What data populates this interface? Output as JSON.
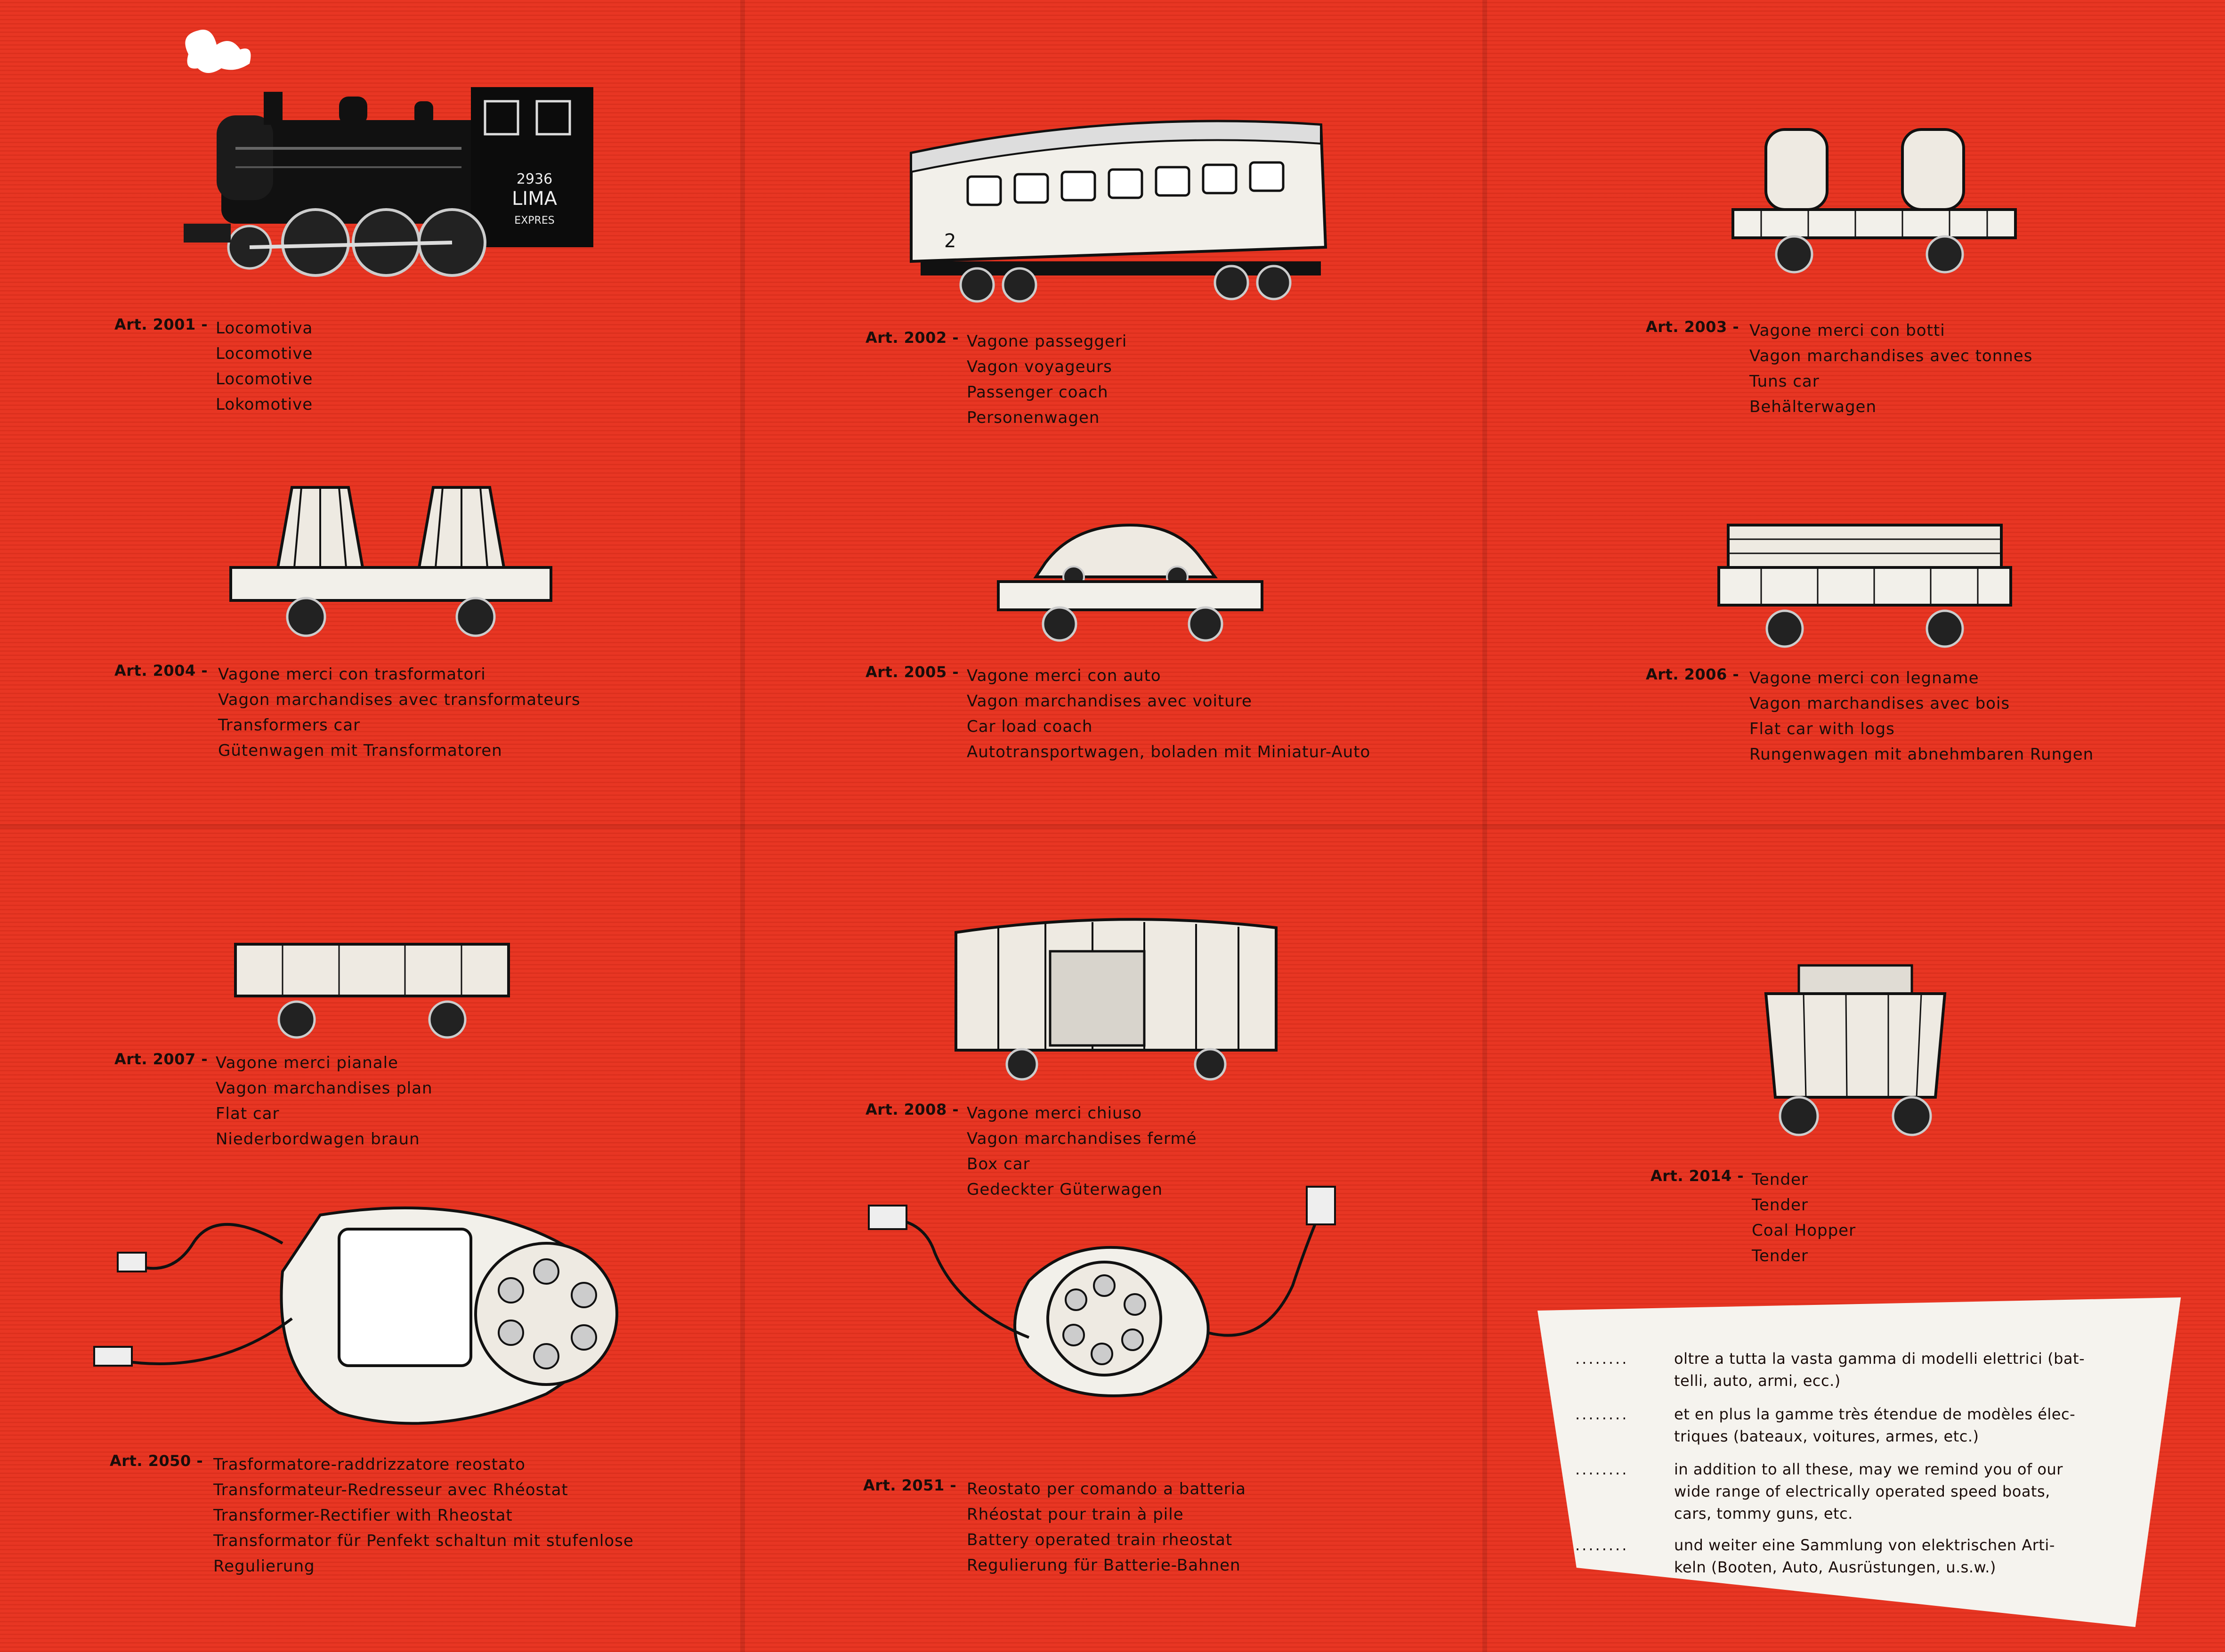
{
  "articles": [
    {
      "code": "Art. 2001 -",
      "lines": [
        "Locomotiva",
        "Locomotive",
        "Locomotive",
        "Lokomotive"
      ]
    },
    {
      "code": "Art. 2002 -",
      "lines": [
        "Vagone passeggeri",
        "Vagon voyageurs",
        "Passenger coach",
        "Personenwagen"
      ]
    },
    {
      "code": "Art. 2003 -",
      "lines": [
        "Vagone merci con botti",
        "Vagon marchandises avec tonnes",
        "Tuns car",
        "Behälterwagen"
      ]
    },
    {
      "code": "Art. 2004 -",
      "lines": [
        "Vagone merci con trasformatori",
        "Vagon marchandises avec transformateurs",
        "Transformers car",
        "Gütenwagen mit Transformatoren"
      ]
    },
    {
      "code": "Art. 2005 -",
      "lines": [
        "Vagone merci con auto",
        "Vagon marchandises avec voiture",
        "Car load coach",
        "Autotransportwagen, boladen mit Miniatur-Auto"
      ]
    },
    {
      "code": "Art. 2006 -",
      "lines": [
        "Vagone merci con legname",
        "Vagon marchandises avec bois",
        "Flat car with logs",
        "Rungenwagen mit abnehmbaren Rungen"
      ]
    },
    {
      "code": "Art. 2007 -",
      "lines": [
        "Vagone merci pianale",
        "Vagon marchandises plan",
        "Flat car",
        "Niederbordwagen braun"
      ]
    },
    {
      "code": "Art. 2008 -",
      "lines": [
        "Vagone merci chiuso",
        "Vagon marchandises fermé",
        "Box car",
        "Gedeckter Güterwagen"
      ]
    },
    {
      "code": "Art. 2014 -",
      "lines": [
        "Tender",
        "Tender",
        "Coal Hopper",
        "Tender"
      ]
    },
    {
      "code": "Art. 2050 -",
      "lines": [
        "Trasformatore-raddrizzatore reostato",
        "Transformateur-Redresseur avec Rhéostat",
        "Transformer-Rectifier with Rheostat",
        "Transformator für Penfekt schaltun  mit stufenlose",
        "Regulierung"
      ]
    },
    {
      "code": "Art. 2051 -",
      "lines": [
        "Reostato per comando a batteria",
        "Rhéostat pour train à pile",
        "Battery operated train rheostat",
        "Regulierung für Batterie-Bahnen"
      ]
    }
  ],
  "loco_marking": {
    "number": "2936",
    "brand": "LIMA",
    "name": "EXPRES"
  },
  "coach_marking": {
    "class": "2"
  },
  "notes": [
    {
      "dots": "........",
      "lines": [
        "oltre a tutta la vasta gamma di modelli elettrici (bat-",
        "telli, auto, armi, ecc.)"
      ]
    },
    {
      "dots": "........",
      "lines": [
        "et en plus la gamme très étendue de modèles élec-",
        "triques (bateaux, voitures, armes, etc.)"
      ]
    },
    {
      "dots": "........",
      "lines": [
        "in addition to all these, may we remind you of our",
        "wide range of electrically  operated speed boats,",
        "cars, tommy guns, etc."
      ]
    },
    {
      "dots": "........",
      "lines": [
        "und weiter eine Sammlung von elektrischen Arti-",
        "keln (Booten, Auto, Ausrüstungen, u.s.w.)"
      ]
    }
  ],
  "colors": {
    "background": "#e8321f",
    "ink": "#1a0d0a",
    "card": "#f5f3ee"
  }
}
